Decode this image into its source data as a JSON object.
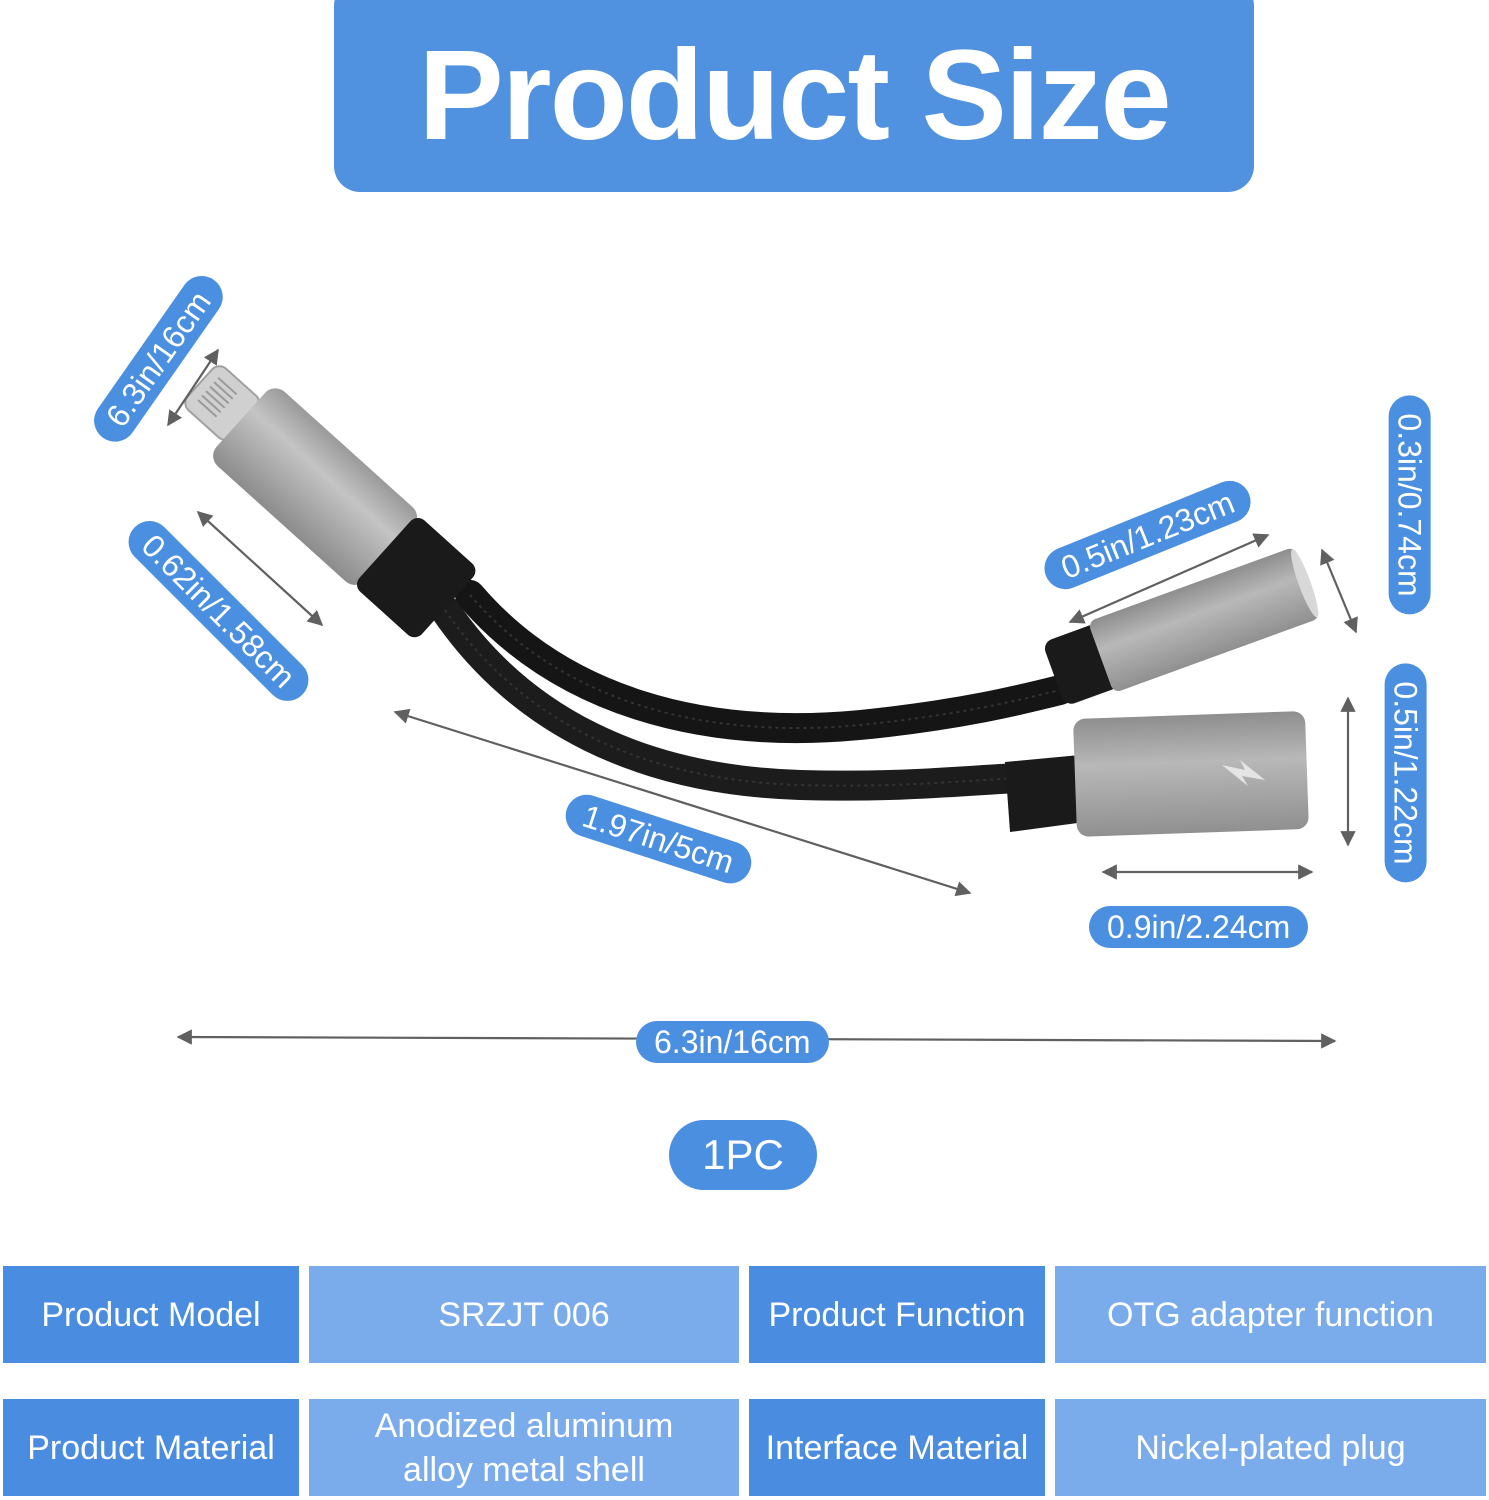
{
  "header": {
    "title": "Product Size"
  },
  "colors": {
    "accent": "#4a8fe0",
    "title_bg": "#5091e0",
    "key_cell": "#4a8ce0",
    "value_cell": "#7aabea",
    "arrow": "#606060",
    "connector_silver": "#a8a8a8",
    "cable_black": "#1a1a1a"
  },
  "dimensions": {
    "lightning_plug_width": "6.3in/16cm",
    "lightning_housing_length": "0.62in/1.58cm",
    "split_cable_length": "1.97in/5cm",
    "audio_jack_length": "0.5in/1.23cm",
    "audio_jack_diameter": "0.3in/0.74cm",
    "lightning_port_height": "0.5in/1.22cm",
    "lightning_port_length": "0.9in/2.24cm",
    "total_length": "6.3in/16cm"
  },
  "quantity": "1PC",
  "specs": {
    "rows": [
      {
        "left_label": "Product Model",
        "left_value": "SRZJT 006",
        "right_label": "Product Function",
        "right_value": "OTG adapter function"
      },
      {
        "left_label": "Product Material",
        "left_value": "Anodized aluminum alloy metal shell",
        "right_label": "Interface Material",
        "right_value": "Nickel-plated plug"
      }
    ]
  },
  "icons": {
    "lightning_bolt": "lightning-bolt-icon",
    "arrow": "double-arrow-icon"
  }
}
